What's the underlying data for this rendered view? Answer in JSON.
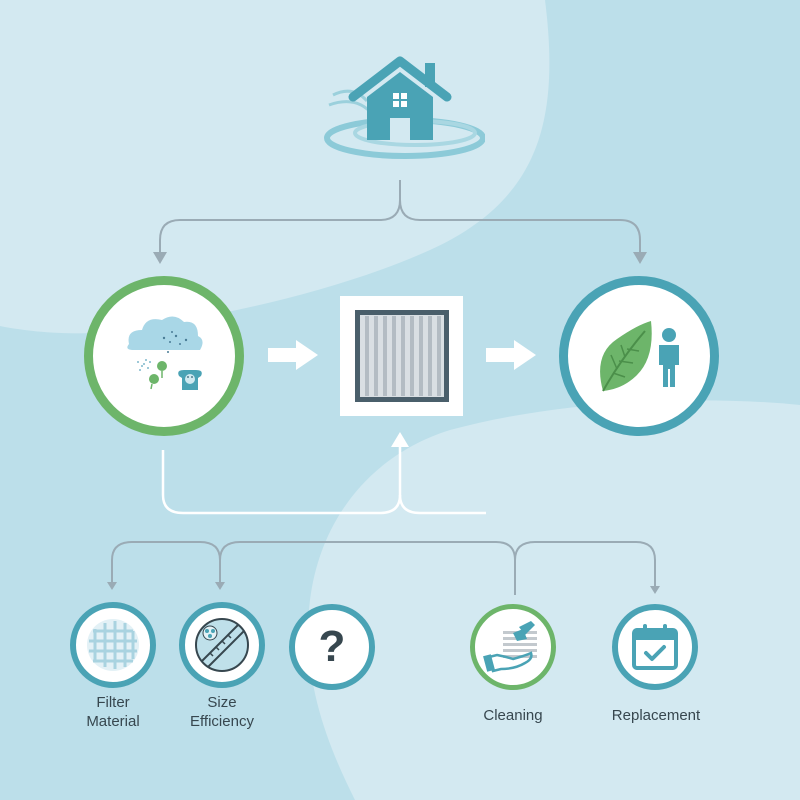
{
  "diagram": {
    "colors": {
      "background_light": "#d3e9f1",
      "background_mid": "#bcdfea",
      "teal": "#4aa3b5",
      "green": "#6db56a",
      "connector_gray": "#9aabb5",
      "connector_white": "#ffffff",
      "text": "#37474f",
      "filter_frame": "#4a5f6b"
    },
    "top_node": {
      "icon": "house-airflow-icon"
    },
    "main_row": [
      {
        "id": "pollutants",
        "icon": "cloud-pollen-pet-dander-icon",
        "border": "green"
      },
      {
        "id": "air-filter",
        "icon": "air-filter-icon"
      },
      {
        "id": "clean-air",
        "icon": "leaf-person-icon",
        "border": "teal"
      }
    ],
    "factors": [
      {
        "id": "filter-material",
        "icon": "mesh-icon",
        "label_line1": "Filter",
        "label_line2": "Material",
        "border": "teal"
      },
      {
        "id": "size-efficiency",
        "icon": "particle-size-gauge-icon",
        "label_line1": "Size",
        "label_line2": "Efficiency",
        "border": "teal"
      },
      {
        "id": "unknown",
        "icon": "question-mark-icon",
        "glyph": "?",
        "border": "teal"
      },
      {
        "id": "cleaning",
        "icon": "hand-brush-icon",
        "label_line1": "Cleaning",
        "border": "green"
      },
      {
        "id": "replacement",
        "icon": "calendar-check-icon",
        "label_line1": "Replacement",
        "border": "teal"
      }
    ]
  }
}
